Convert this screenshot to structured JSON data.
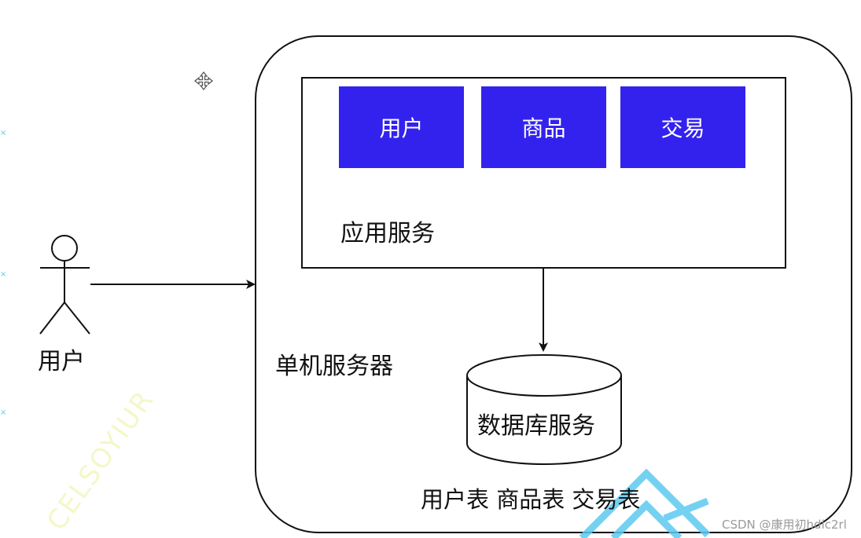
{
  "diagram": {
    "title": "单机服务器架构",
    "actor": {
      "label": "用户",
      "icon": "stick-figure-icon"
    },
    "server": {
      "label": "单机服务器"
    },
    "app_service": {
      "label": "应用服务",
      "modules": [
        {
          "label": "用户"
        },
        {
          "label": "商品"
        },
        {
          "label": "交易"
        }
      ]
    },
    "database": {
      "label": "数据库服务",
      "tables_caption": "用户表 商品表 交易表"
    },
    "edges": [
      {
        "from": "用户",
        "to": "单机服务器"
      },
      {
        "from": "应用服务",
        "to": "数据库服务"
      }
    ]
  },
  "overlay": {
    "cursor_icon": "move-cursor-icon",
    "faint_watermark": "CELSOYIUR",
    "csdn_watermark": "CSDN @康用初hdic2rl"
  },
  "colors": {
    "module_fill": "#3322ee",
    "stroke": "#111111",
    "watermark_accent": "#5ccaf0"
  }
}
